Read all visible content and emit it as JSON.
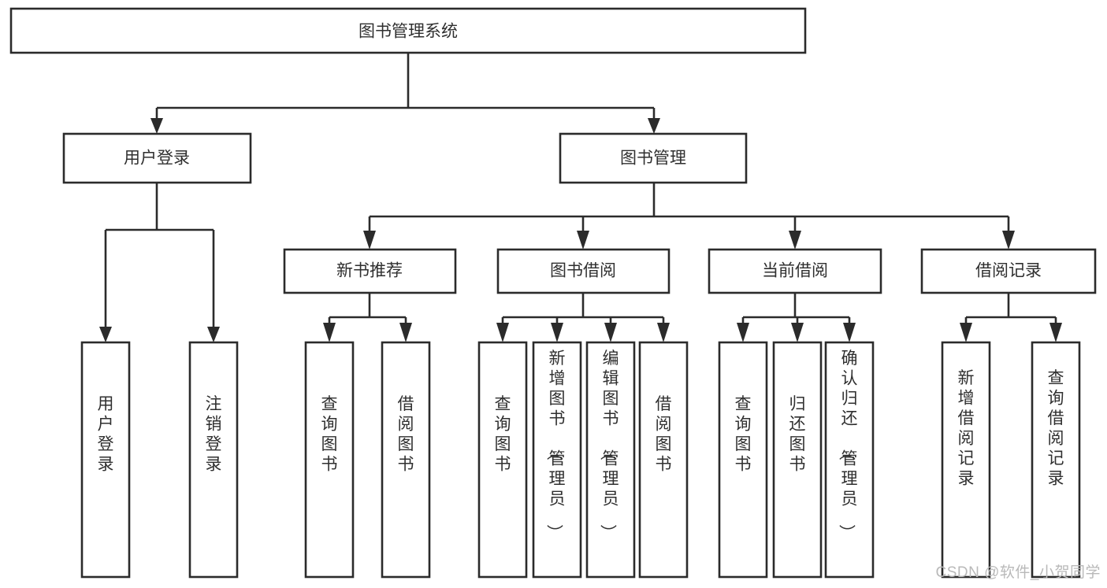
{
  "diagram": {
    "title": "图书管理系统",
    "type": "tree-hierarchy-chart",
    "watermark": "CSDN @软件_小贺同学",
    "colors": {
      "background": "#ffffff",
      "box_fill": "#ffffff",
      "box_stroke": "#2b2b2b",
      "text": "#2f2f2f",
      "watermark": "#b9b9b9"
    },
    "levels": {
      "level1_label": "图书管理系统",
      "level2_labels": [
        "用户登录",
        "图书管理"
      ],
      "level3_labels": [
        "新书推荐",
        "图书借阅",
        "当前借阅",
        "借阅记录"
      ]
    },
    "nodes": {
      "root": {
        "label": "图书管理系统",
        "orientation": "horizontal"
      },
      "user_login": {
        "label": "用户登录",
        "orientation": "horizontal"
      },
      "book_manage": {
        "label": "图书管理",
        "orientation": "horizontal"
      },
      "new_book_rec": {
        "label": "新书推荐",
        "orientation": "horizontal"
      },
      "book_borrow": {
        "label": "图书借阅",
        "orientation": "horizontal"
      },
      "current_borrow": {
        "label": "当前借阅",
        "orientation": "horizontal"
      },
      "borrow_record": {
        "label": "借阅记录",
        "orientation": "horizontal"
      },
      "leaf_user_login": {
        "label": "用户登录",
        "orientation": "vertical"
      },
      "leaf_logout": {
        "label": "注销登录",
        "orientation": "vertical"
      },
      "leaf_query_book_1": {
        "label": "查询图书",
        "orientation": "vertical"
      },
      "leaf_borrow_book_1": {
        "label": "借阅图书",
        "orientation": "vertical"
      },
      "leaf_query_book_2": {
        "label": "查询图书",
        "orientation": "vertical"
      },
      "leaf_add_book": {
        "label": "新增图书（管理员）",
        "orientation": "vertical"
      },
      "leaf_edit_book": {
        "label": "编辑图书（管理员）",
        "orientation": "vertical"
      },
      "leaf_borrow_book_2": {
        "label": "借阅图书",
        "orientation": "vertical"
      },
      "leaf_query_book_3": {
        "label": "查询图书",
        "orientation": "vertical"
      },
      "leaf_return_book": {
        "label": "归还图书",
        "orientation": "vertical"
      },
      "leaf_confirm_return": {
        "label": "确认归还（管理员）",
        "orientation": "vertical"
      },
      "leaf_add_record": {
        "label": "新增借阅记录",
        "orientation": "vertical"
      },
      "leaf_query_record": {
        "label": "查询借阅记录",
        "orientation": "vertical"
      }
    },
    "tree": [
      {
        "label": "图书管理系统",
        "children": [
          {
            "label": "用户登录",
            "children": [
              {
                "label": "用户登录"
              },
              {
                "label": "注销登录"
              }
            ]
          },
          {
            "label": "图书管理",
            "children": [
              {
                "label": "新书推荐",
                "children": [
                  {
                    "label": "查询图书"
                  },
                  {
                    "label": "借阅图书"
                  }
                ]
              },
              {
                "label": "图书借阅",
                "children": [
                  {
                    "label": "查询图书"
                  },
                  {
                    "label": "新增图书（管理员）"
                  },
                  {
                    "label": "编辑图书（管理员）"
                  },
                  {
                    "label": "借阅图书"
                  }
                ]
              },
              {
                "label": "当前借阅",
                "children": [
                  {
                    "label": "查询图书"
                  },
                  {
                    "label": "归还图书"
                  },
                  {
                    "label": "确认归还（管理员）"
                  }
                ]
              },
              {
                "label": "借阅记录",
                "children": [
                  {
                    "label": "新增借阅记录"
                  },
                  {
                    "label": "查询借阅记录"
                  }
                ]
              }
            ]
          }
        ]
      }
    ]
  }
}
